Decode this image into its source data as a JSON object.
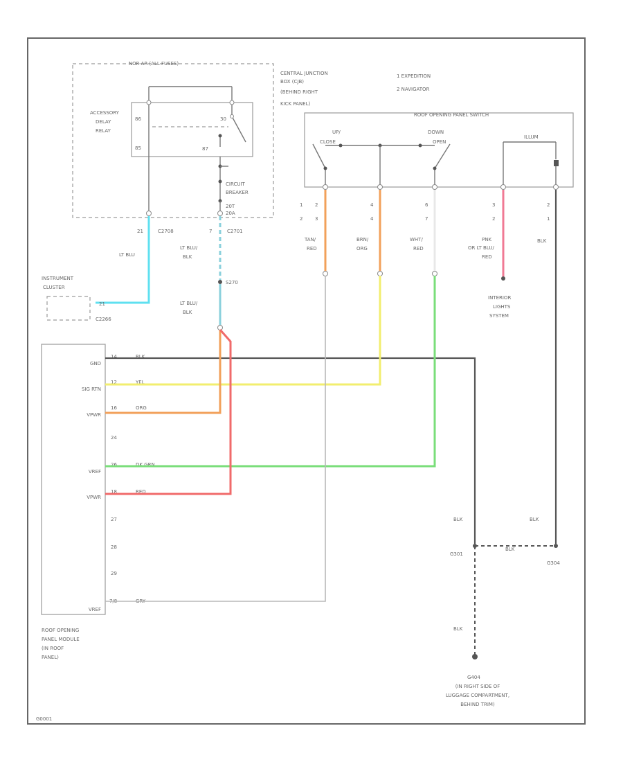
{
  "colors": {
    "lt_blu": "#5fe0f0",
    "lt_blu_blk": "#8ad0dc",
    "tan_red": "#f2a05a",
    "yel": "#f2ee6e",
    "wht_red": "#e8e8e8",
    "dk_grn": "#7ade7a",
    "red": "#f06a6a",
    "pnk_lt_blu_red": "#f07a94",
    "gry": "#b8b8b8",
    "blk": "#555555"
  },
  "junction_box": {
    "fuses_label": "NOR-AR (ALL FUSES)",
    "title": [
      "CENTRAL JUNCTION",
      "BOX (CJB)",
      "(BEHIND RIGHT",
      "KICK PANEL)"
    ],
    "relay_label": [
      "ACCESSORY",
      "DELAY",
      "RELAY"
    ],
    "pin_86": "86",
    "pin_85": "85",
    "pin_30": "30",
    "pin_87": "87",
    "breaker_label": [
      "CIRCUIT",
      "BREAKER",
      "20T",
      "20A"
    ]
  },
  "model_legend": [
    "1  EXPEDITION",
    "2  NAVIGATOR"
  ],
  "switch": {
    "title": "ROOF OPENING PANEL SWITCH",
    "up_label": [
      "UP/",
      "CLOSE"
    ],
    "down_label": [
      "DOWN",
      "OPEN"
    ],
    "illum_label": "ILLUM",
    "pin_cols": [
      [
        "1",
        "2"
      ],
      [
        "2",
        "3"
      ],
      [
        "4",
        "4"
      ],
      [
        "6",
        "7"
      ],
      [
        "3",
        "2"
      ],
      [
        "2",
        "1"
      ]
    ],
    "wire_labels": [
      [
        "TAN/",
        "RED"
      ],
      [
        "BRN/",
        "ORG"
      ],
      [
        "WHT/",
        "RED"
      ],
      [
        "PNK",
        "OR LT BLU/",
        "RED"
      ],
      [
        "BLK"
      ]
    ]
  },
  "connectors": {
    "c2708_pin": "21",
    "c2708": "C2708",
    "c2701_pin": "7",
    "c2701": "C2701",
    "s270": "S270",
    "c2266": "C2266",
    "c2266_pin": "21"
  },
  "wires": {
    "lt_blu": "LT BLU",
    "lt_blu_blk_1": [
      "LT BLU/",
      "BLK"
    ],
    "lt_blu_blk_2": [
      "LT BLU/",
      "BLK"
    ]
  },
  "instrument_cluster": [
    "INSTRUMENT",
    "CLUSTER"
  ],
  "interior_lights": [
    "INTERIOR",
    "LIGHTS",
    "SYSTEM"
  ],
  "module": {
    "name": [
      "ROOF OPENING",
      "PANEL MODULE",
      "(IN ROOF",
      "PANEL)"
    ],
    "pins": [
      {
        "func": "GND",
        "pin": "14",
        "wire": "BLK"
      },
      {
        "func": "SIG RTN",
        "pin": "12",
        "wire": "YEL"
      },
      {
        "func": "VPWR",
        "pin": "16",
        "wire": "ORG"
      },
      {
        "func": "",
        "pin": "24",
        "wire": ""
      },
      {
        "func": "VREF",
        "pin": "26",
        "wire": "DK GRN"
      },
      {
        "func": "VPWR",
        "pin": "18",
        "wire": "RED"
      },
      {
        "func": "",
        "pin": "27",
        "wire": ""
      },
      {
        "func": "",
        "pin": "28",
        "wire": ""
      },
      {
        "func": "",
        "pin": "29",
        "wire": ""
      },
      {
        "func": "VREF",
        "pin": "7/8",
        "wire": "GRY"
      }
    ]
  },
  "grounds": {
    "blk_left": "BLK",
    "blk_right": "BLK",
    "blk_bottom": "BLK",
    "g301": "G301",
    "g304": "G304",
    "bus_label": "BLK",
    "g404": "G404",
    "g404_desc": [
      "(IN RIGHT SIDE OF",
      "LUGGAGE COMPARTMENT,",
      "BEHIND TRIM)"
    ]
  },
  "figure_id": "G0001"
}
